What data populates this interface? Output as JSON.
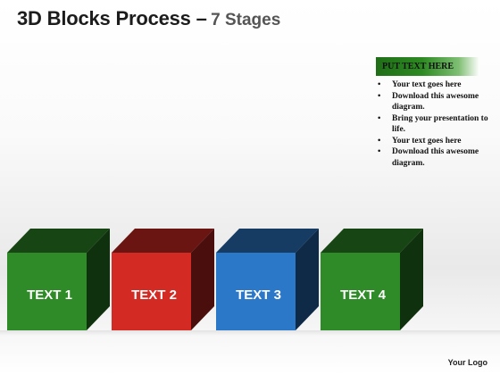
{
  "title": {
    "main": "3D Blocks Process –",
    "sub": "7 Stages"
  },
  "note": {
    "header": "PUT TEXT HERE",
    "items": [
      "Your text goes here",
      "Download this awesome diagram.",
      "Bring your presentation to life.",
      "Your text goes here",
      "Download this awesome diagram."
    ]
  },
  "blocks": [
    {
      "label": "TEXT 1",
      "color": "#2e8b27"
    },
    {
      "label": "TEXT 2",
      "color": "#d42a24"
    },
    {
      "label": "TEXT 3",
      "color": "#2c78c8"
    },
    {
      "label": "TEXT 4",
      "color": "#2e8b27"
    }
  ],
  "footer": {
    "logo": "Your Logo"
  }
}
